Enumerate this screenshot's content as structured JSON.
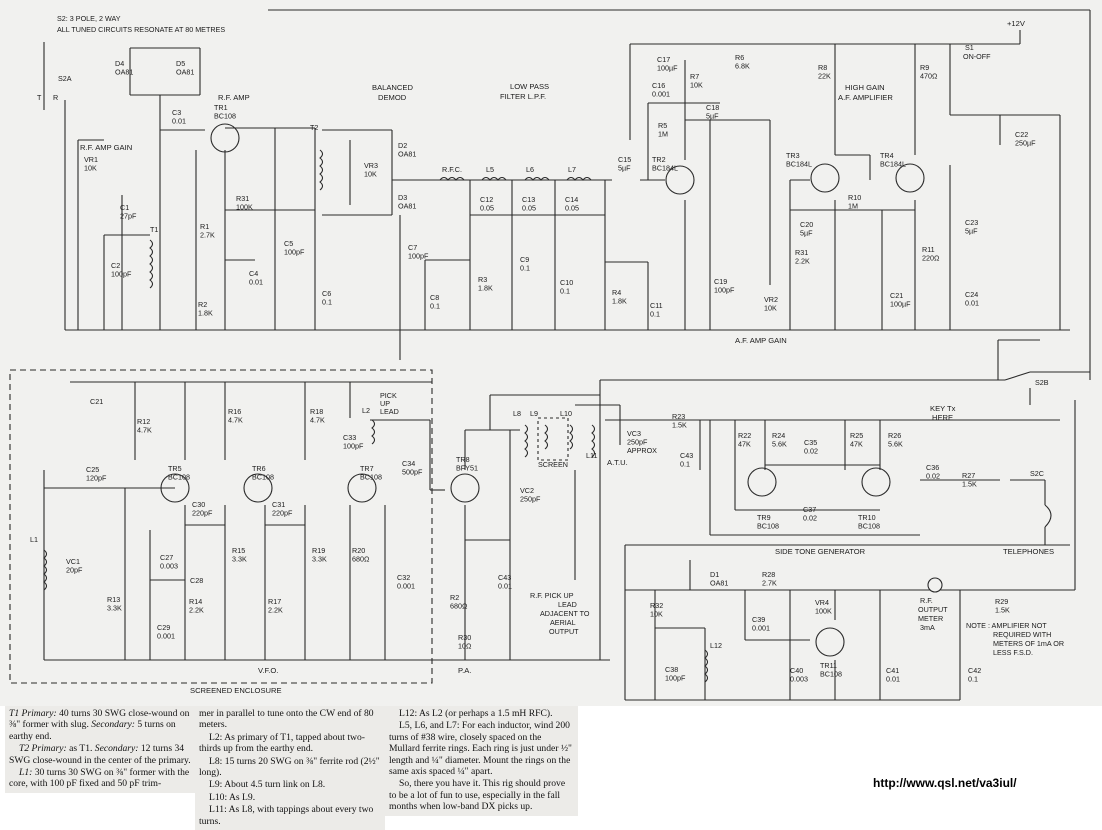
{
  "header": {
    "switch_note": "S2: 3 POLE, 2 WAY",
    "tuned_note": "ALL TUNED CIRCUITS RESONATE AT 80 METRES"
  },
  "sections": {
    "rf_amp": "R.F. AMP",
    "rf_amp_gain": "R.F. AMP GAIN",
    "balanced_demod": [
      "BALANCED",
      "DEMOD"
    ],
    "lpf": [
      "LOW PASS",
      "FILTER L.P.F."
    ],
    "high_gain": [
      "HIGH GAIN",
      "A.F. AMPLIFIER"
    ],
    "af_amp_gain": "A.F. AMP GAIN",
    "vfo": "V.F.O.",
    "pa": "P.A.",
    "screened_enclosure": "SCREENED ENCLOSURE",
    "side_tone": "SIDE TONE GENERATOR",
    "telephones": "TELEPHONES",
    "key_tx": [
      "KEY Tx",
      "HERE"
    ],
    "atu": "A.T.U.",
    "rf_pickup": [
      "R.F. PICK UP",
      "LEAD",
      "ADJACENT TO",
      "AERIAL",
      "OUTPUT"
    ],
    "pickup_lead": [
      "PICK",
      "UP",
      "LEAD"
    ],
    "screen": "SCREEN",
    "rf_output_meter": [
      "R.F.",
      "OUTPUT",
      "METER",
      "3mA"
    ],
    "note": [
      "NOTE : AMPLIFIER NOT",
      "REQUIRED WITH",
      "METERS OF 1mA OR",
      "LESS F.S.D."
    ],
    "supply": "+12V",
    "s1": [
      "S1",
      "ON-OFF"
    ],
    "s2a": "S2A",
    "s2b": "S2B",
    "s2c": "S2C",
    "tr": [
      "T",
      "R"
    ]
  },
  "components": [
    {
      "label": [
        "D4",
        "OA81"
      ]
    },
    {
      "label": [
        "D5",
        "OA81"
      ]
    },
    {
      "label": [
        "TR1",
        "BC108"
      ]
    },
    {
      "label": [
        "C3",
        "0.01"
      ]
    },
    {
      "label": [
        "VR1",
        "10K"
      ]
    },
    {
      "label": [
        "C1",
        "27pF"
      ]
    },
    {
      "label": [
        "C2",
        "100pF"
      ]
    },
    {
      "label": [
        "T1"
      ]
    },
    {
      "label": [
        "R1",
        "2.7K"
      ]
    },
    {
      "label": [
        "R31",
        "100K"
      ]
    },
    {
      "label": [
        "R2",
        "1.8K"
      ]
    },
    {
      "label": [
        "C4",
        "0.01"
      ]
    },
    {
      "label": [
        "C5",
        "100pF"
      ]
    },
    {
      "label": [
        "C6",
        "0.1"
      ]
    },
    {
      "label": [
        "T2"
      ]
    },
    {
      "label": [
        "VR3",
        "10K"
      ]
    },
    {
      "label": [
        "D2",
        "OA81"
      ]
    },
    {
      "label": [
        "D3",
        "OA81"
      ]
    },
    {
      "label": [
        "R.F.C."
      ]
    },
    {
      "label": [
        "C7",
        "100pF"
      ]
    },
    {
      "label": [
        "L5"
      ]
    },
    {
      "label": [
        "L6"
      ]
    },
    {
      "label": [
        "L7"
      ]
    },
    {
      "label": [
        "C12",
        "0.05"
      ]
    },
    {
      "label": [
        "C13",
        "0.05"
      ]
    },
    {
      "label": [
        "C14",
        "0.05"
      ]
    },
    {
      "label": [
        "C8",
        "0.1"
      ]
    },
    {
      "label": [
        "R3",
        "1.8K"
      ]
    },
    {
      "label": [
        "C9",
        "0.1"
      ]
    },
    {
      "label": [
        "C10",
        "0.1"
      ]
    },
    {
      "label": [
        "R4",
        "1.8K"
      ]
    },
    {
      "label": [
        "C11",
        "0.1"
      ]
    },
    {
      "label": [
        "C15",
        "5µF"
      ]
    },
    {
      "label": [
        "C16",
        "0.001"
      ]
    },
    {
      "label": [
        "R5",
        "1M"
      ]
    },
    {
      "label": [
        "C18",
        "5µF"
      ]
    },
    {
      "label": [
        "TR2",
        "BC184L"
      ]
    },
    {
      "label": [
        "C17",
        "100µF"
      ]
    },
    {
      "label": [
        "R7",
        "10K"
      ]
    },
    {
      "label": [
        "R6",
        "6.8K"
      ]
    },
    {
      "label": [
        "C19",
        "100pF"
      ]
    },
    {
      "label": [
        "VR2",
        "10K"
      ]
    },
    {
      "label": [
        "R8",
        "22K"
      ]
    },
    {
      "label": [
        "R9",
        "470Ω"
      ]
    },
    {
      "label": [
        "TR3",
        "BC184L"
      ]
    },
    {
      "label": [
        "TR4",
        "BC184L"
      ]
    },
    {
      "label": [
        "R10",
        "1M"
      ]
    },
    {
      "label": [
        "C20",
        "5µF"
      ]
    },
    {
      "label": [
        "R31",
        "2.2K"
      ]
    },
    {
      "label": [
        "R11",
        "220Ω"
      ]
    },
    {
      "label": [
        "C21",
        "100µF"
      ]
    },
    {
      "label": [
        "C22",
        "250µF"
      ]
    },
    {
      "label": [
        "C23",
        "5µF"
      ]
    },
    {
      "label": [
        "C24",
        "0.01"
      ]
    },
    {
      "label": [
        "C21"
      ]
    },
    {
      "label": [
        "R12",
        "4.7K"
      ]
    },
    {
      "label": [
        "R16",
        "4.7K"
      ]
    },
    {
      "label": [
        "R18",
        "4.7K"
      ]
    },
    {
      "label": [
        "L2"
      ]
    },
    {
      "label": [
        "C33",
        "100pF"
      ]
    },
    {
      "label": [
        "C25",
        "120pF"
      ]
    },
    {
      "label": [
        "TR5",
        "BC108"
      ]
    },
    {
      "label": [
        "TR6",
        "BC108"
      ]
    },
    {
      "label": [
        "TR7",
        "BC108"
      ]
    },
    {
      "label": [
        "C34",
        "500pF"
      ]
    },
    {
      "label": [
        "L1"
      ]
    },
    {
      "label": [
        "VC1",
        "20pF"
      ]
    },
    {
      "label": [
        "C27",
        "0.003"
      ]
    },
    {
      "label": [
        "C28"
      ]
    },
    {
      "label": [
        "C30",
        "220pF"
      ]
    },
    {
      "label": [
        "C31",
        "220pF"
      ]
    },
    {
      "label": [
        "R15",
        "3.3K"
      ]
    },
    {
      "label": [
        "R19",
        "3.3K"
      ]
    },
    {
      "label": [
        "R20",
        "680Ω"
      ]
    },
    {
      "label": [
        "R13",
        "3.3K"
      ]
    },
    {
      "label": [
        "R14",
        "2.2K"
      ]
    },
    {
      "label": [
        "R17",
        "2.2K"
      ]
    },
    {
      "label": [
        "C29",
        "0.001"
      ]
    },
    {
      "label": [
        "C32",
        "0.001"
      ]
    },
    {
      "label": [
        "TR8",
        "BFY51"
      ]
    },
    {
      "label": [
        "VC2",
        "250pF"
      ]
    },
    {
      "label": [
        "R2",
        "680Ω"
      ]
    },
    {
      "label": [
        "C43",
        "0.01"
      ]
    },
    {
      "label": [
        "R30",
        "10Ω"
      ]
    },
    {
      "label": [
        "L8"
      ]
    },
    {
      "label": [
        "L9"
      ]
    },
    {
      "label": [
        "L10"
      ]
    },
    {
      "label": [
        "L11"
      ]
    },
    {
      "label": [
        "VC3",
        "250pF",
        "APPROX"
      ]
    },
    {
      "label": [
        "R23",
        "1.5K"
      ]
    },
    {
      "label": [
        "C43",
        "0.1"
      ]
    },
    {
      "label": [
        "R22",
        "47K"
      ]
    },
    {
      "label": [
        "R24",
        "5.6K"
      ]
    },
    {
      "label": [
        "C35",
        "0.02"
      ]
    },
    {
      "label": [
        "R25",
        "47K"
      ]
    },
    {
      "label": [
        "R26",
        "5.6K"
      ]
    },
    {
      "label": [
        "TR9",
        "BC108"
      ]
    },
    {
      "label": [
        "TR10",
        "BC108"
      ]
    },
    {
      "label": [
        "C37",
        "0.02"
      ]
    },
    {
      "label": [
        "C36",
        "0.02"
      ]
    },
    {
      "label": [
        "R27",
        "1.5K"
      ]
    },
    {
      "label": [
        "D1",
        "OA81"
      ]
    },
    {
      "label": [
        "R28",
        "2.7K"
      ]
    },
    {
      "label": [
        "R32",
        "10K"
      ]
    },
    {
      "label": [
        "C39",
        "0.001"
      ]
    },
    {
      "label": [
        "VR4",
        "100K"
      ]
    },
    {
      "label": [
        "TR11",
        "BC108"
      ]
    },
    {
      "label": [
        "C38",
        "100pF"
      ]
    },
    {
      "label": [
        "L12"
      ]
    },
    {
      "label": [
        "C40",
        "0.003"
      ]
    },
    {
      "label": [
        "C41",
        "0.01"
      ]
    },
    {
      "label": [
        "C42",
        "0.1"
      ]
    },
    {
      "label": [
        "R29",
        "1.5K"
      ]
    }
  ],
  "notes_col1": [
    {
      "term": "T1",
      "head": "Primary:",
      "text": " 40 turns 30 SWG close-wound on ⅜\" former with slug. ",
      "head2": "Secondary:",
      "text2": " 5 turns on earthy end."
    },
    {
      "term": "T2",
      "head": "Primary:",
      "text": " as T1. ",
      "head2": "Secondary:",
      "text2": " 12 turns 34 SWG close-wound in the center of the primary."
    },
    {
      "term": "L1:",
      "head": "",
      "text": " 30 turns 30 SWG on ⅜\" former with the core, with 100 pF fixed and 50 pF trim-",
      "head2": "",
      "text2": ""
    }
  ],
  "notes_col2": [
    "mer in parallel to tune onto the CW end of 80 meters.",
    "L2: As primary of T1, tapped about two-thirds up from the earthy end.",
    "L8: 15 turns 20 SWG on ⅜\" ferrite rod (2½\" long).",
    "L9: About 4.5 turn link on L8.",
    "L10: As L9.",
    "L11: As L8, with tappings about every two turns."
  ],
  "notes_col3": [
    "L12: As L2 (or perhaps a 1.5 mH RFC).",
    "L5, L6, and L7: For each inductor, wind 200 turns of #38 wire, closely spaced on the Mullard ferrite rings. Each ring is just under ½\" length and ¼\" diameter. Mount the rings on the same axis spaced ¼\" apart.",
    "So, there you have it. This rig should prove to be a lot of fun to use, especially in the fall months when low-band DX picks up."
  ],
  "url": "http://www.qsl.net/va3iul/"
}
